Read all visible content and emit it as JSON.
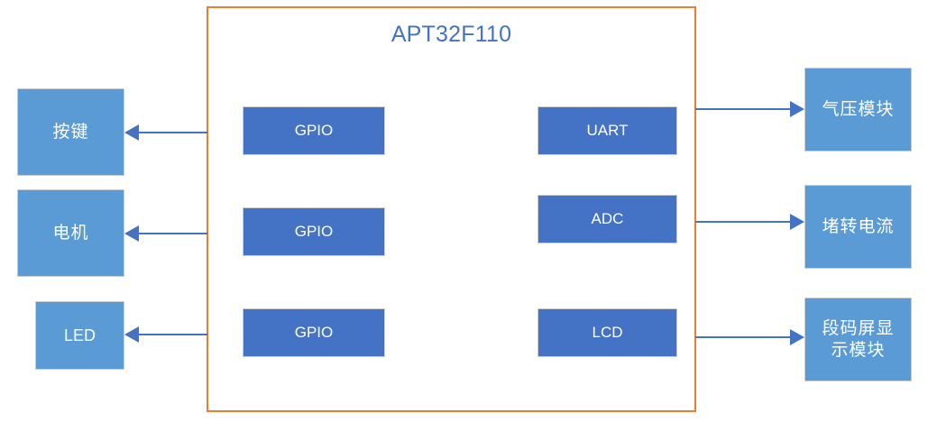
{
  "diagram": {
    "title": "APT32F110",
    "colors": {
      "mcu_border": "#ED7D31",
      "title_text": "#4472C4",
      "inner_block": "#4472C4",
      "outer_block": "#5B9BD5",
      "connector": "#4472C4",
      "background": "#ffffff"
    }
  },
  "inner_blocks": [
    {
      "label": "GPIO"
    },
    {
      "label": "GPIO"
    },
    {
      "label": "GPIO"
    },
    {
      "label": "UART"
    },
    {
      "label": "ADC"
    },
    {
      "label": "LCD"
    }
  ],
  "left_modules": [
    {
      "label": "按键"
    },
    {
      "label": "电机"
    },
    {
      "label": "LED"
    }
  ],
  "right_modules": [
    {
      "label": "气压模块"
    },
    {
      "label": "堵转电流"
    },
    {
      "label": "段码屏显示模块"
    }
  ]
}
